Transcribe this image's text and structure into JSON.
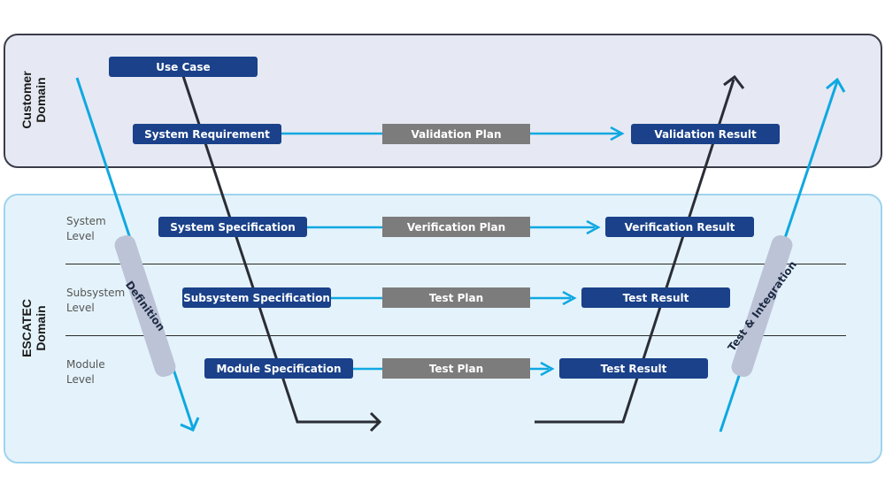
{
  "domains": {
    "customer": [
      "Customer",
      "Domain"
    ],
    "escatec": [
      "ESCATEC",
      "Domain"
    ]
  },
  "levels": [
    [
      "System",
      "Level"
    ],
    [
      "Subsystem",
      "Level"
    ],
    [
      "Module",
      "Level"
    ]
  ],
  "rows": {
    "use_case": "Use Case",
    "system_requirement": {
      "left": "System Requirement",
      "plan": "Validation Plan",
      "result": "Validation Result"
    },
    "system_spec": {
      "left": "System Specification",
      "plan": "Verification Plan",
      "result": "Verification Result"
    },
    "subsystem_spec": {
      "left": "Subsystem Specification",
      "plan": "Test Plan",
      "result": "Test Result"
    },
    "module_spec": {
      "left": "Module Specification",
      "plan": "Test Plan",
      "result": "Test Result"
    }
  },
  "phases": {
    "definition": "Definition",
    "integration": "Test & Integration"
  },
  "colors": {
    "dark_blue": "#1a4189",
    "cyan": "#0fa8e2",
    "gray": "#7c7c7c",
    "dark": "#2b2d36"
  }
}
